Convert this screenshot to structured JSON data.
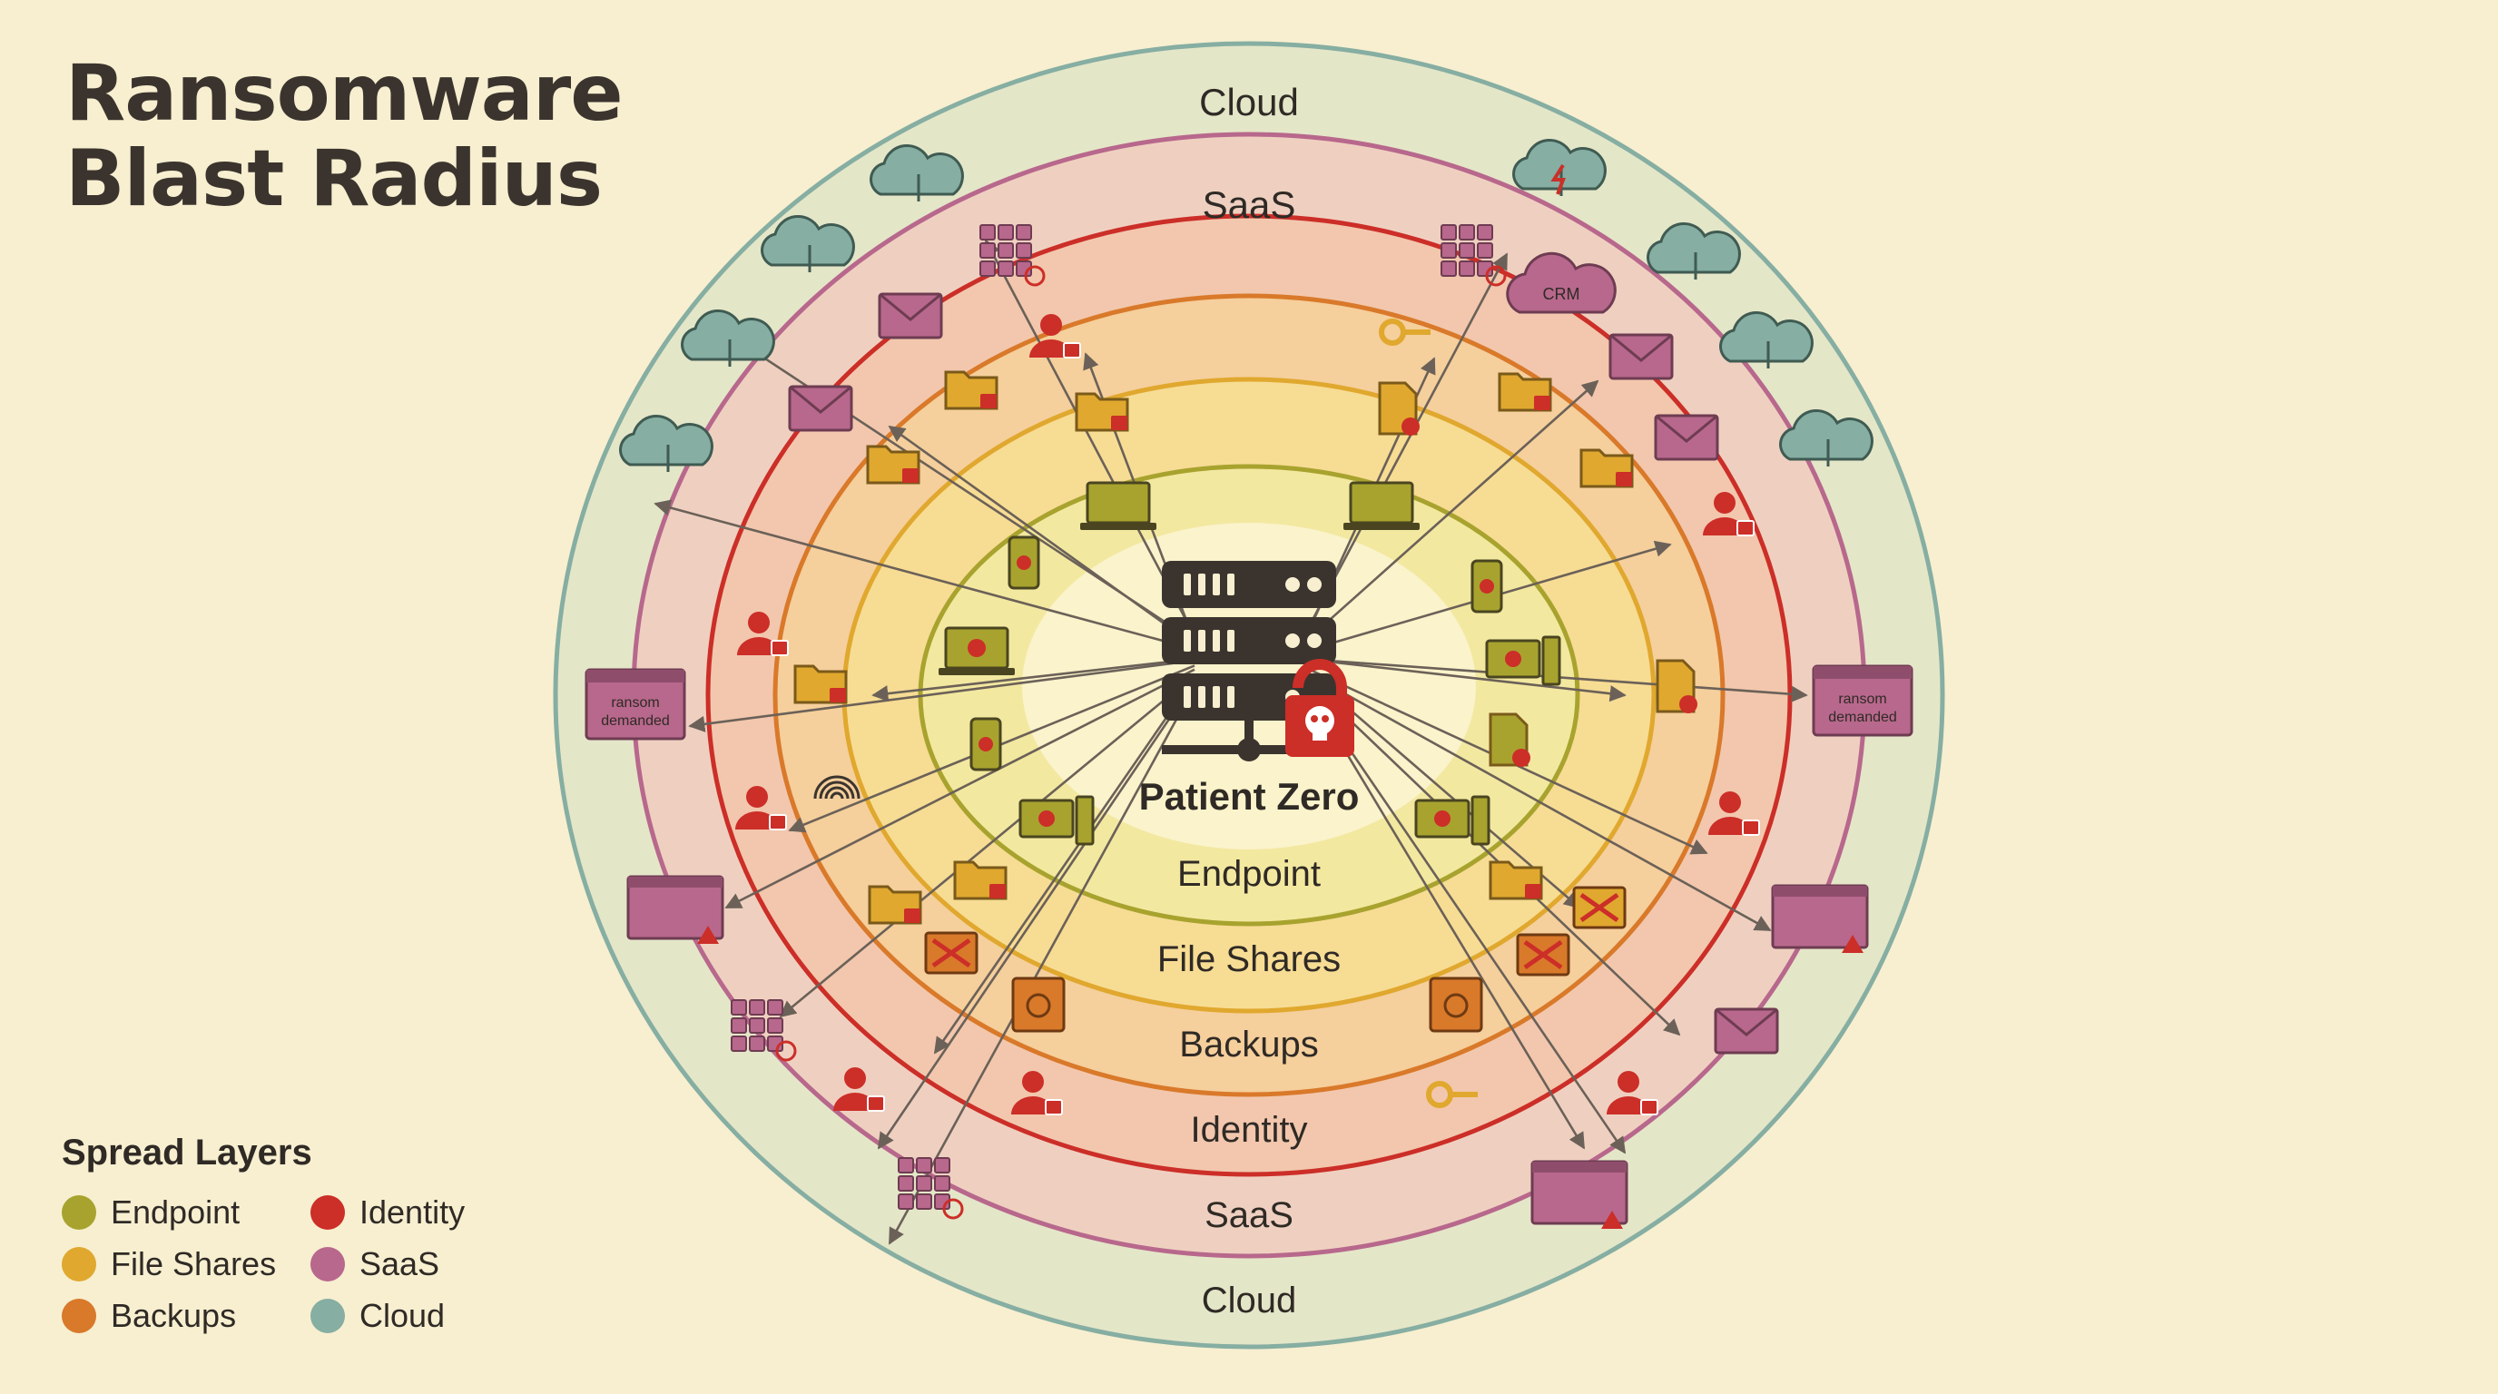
{
  "title": {
    "line1": "Ransomware",
    "line2": "Blast Radius"
  },
  "center": {
    "label": "Patient Zero",
    "icon": "server-lock-icon"
  },
  "layers": [
    {
      "key": "endpoint",
      "name": "Endpoint",
      "color": "#a8a32e",
      "fill": "#f3e8a0"
    },
    {
      "key": "file_shares",
      "name": "File Shares",
      "color": "#e0a82e",
      "fill": "#f7dc94"
    },
    {
      "key": "backups",
      "name": "Backups",
      "color": "#d9792a",
      "fill": "#f5cf9c"
    },
    {
      "key": "identity",
      "name": "Identity",
      "color": "#cc2e28",
      "fill": "#f2c7ad"
    },
    {
      "key": "saas",
      "name": "SaaS",
      "color": "#b8688c",
      "fill": "#efd0c0"
    },
    {
      "key": "cloud",
      "name": "Cloud",
      "color": "#86aea2",
      "fill": "#e4e6c8"
    }
  ],
  "ring_labels": {
    "top_cloud": "Cloud",
    "top_saas": "SaaS",
    "endpoint": "Endpoint",
    "file_shares": "File Shares",
    "backups": "Backups",
    "identity": "Identity",
    "bottom_saas": "SaaS",
    "bottom_cloud": "Cloud"
  },
  "ransom_notes": {
    "left": [
      "ransom",
      "demanded"
    ],
    "right": [
      "ransom",
      "demanded"
    ]
  },
  "crm_label": "CRM",
  "legend": {
    "title": "Spread Layers",
    "items": [
      {
        "label": "Endpoint",
        "color": "#a8a32e"
      },
      {
        "label": "Identity",
        "color": "#cc2e28"
      },
      {
        "label": "File Shares",
        "color": "#e0a82e"
      },
      {
        "label": "SaaS",
        "color": "#b8688c"
      },
      {
        "label": "Backups",
        "color": "#d9792a"
      },
      {
        "label": "Cloud",
        "color": "#86aea2"
      }
    ]
  },
  "icons": [
    {
      "name": "laptop-icon",
      "layer": "endpoint"
    },
    {
      "name": "infected-laptop-icon",
      "layer": "endpoint"
    },
    {
      "name": "infected-phone-icon",
      "layer": "endpoint"
    },
    {
      "name": "infected-desktop-icon",
      "layer": "endpoint"
    },
    {
      "name": "locked-folder-icon",
      "layer": "file_shares"
    },
    {
      "name": "infected-document-icon",
      "layer": "file_shares"
    },
    {
      "name": "damaged-backup-icon",
      "layer": "backups"
    },
    {
      "name": "locked-safe-icon",
      "layer": "backups"
    },
    {
      "name": "backup-cloud-icon",
      "layer": "backups"
    },
    {
      "name": "locked-user-icon",
      "layer": "identity"
    },
    {
      "name": "fingerprint-icon",
      "layer": "identity"
    },
    {
      "name": "stolen-key-icon",
      "layer": "identity"
    },
    {
      "name": "app-grid-icon",
      "layer": "saas"
    },
    {
      "name": "email-icon",
      "layer": "saas"
    },
    {
      "name": "crm-icon",
      "layer": "saas"
    },
    {
      "name": "ransom-note-icon",
      "layer": "saas"
    },
    {
      "name": "cloud-upload-icon",
      "layer": "cloud"
    },
    {
      "name": "cloud-server-icon",
      "layer": "cloud"
    },
    {
      "name": "cloud-database-icon",
      "layer": "cloud"
    },
    {
      "name": "cloud-lightning-icon",
      "layer": "cloud"
    }
  ]
}
